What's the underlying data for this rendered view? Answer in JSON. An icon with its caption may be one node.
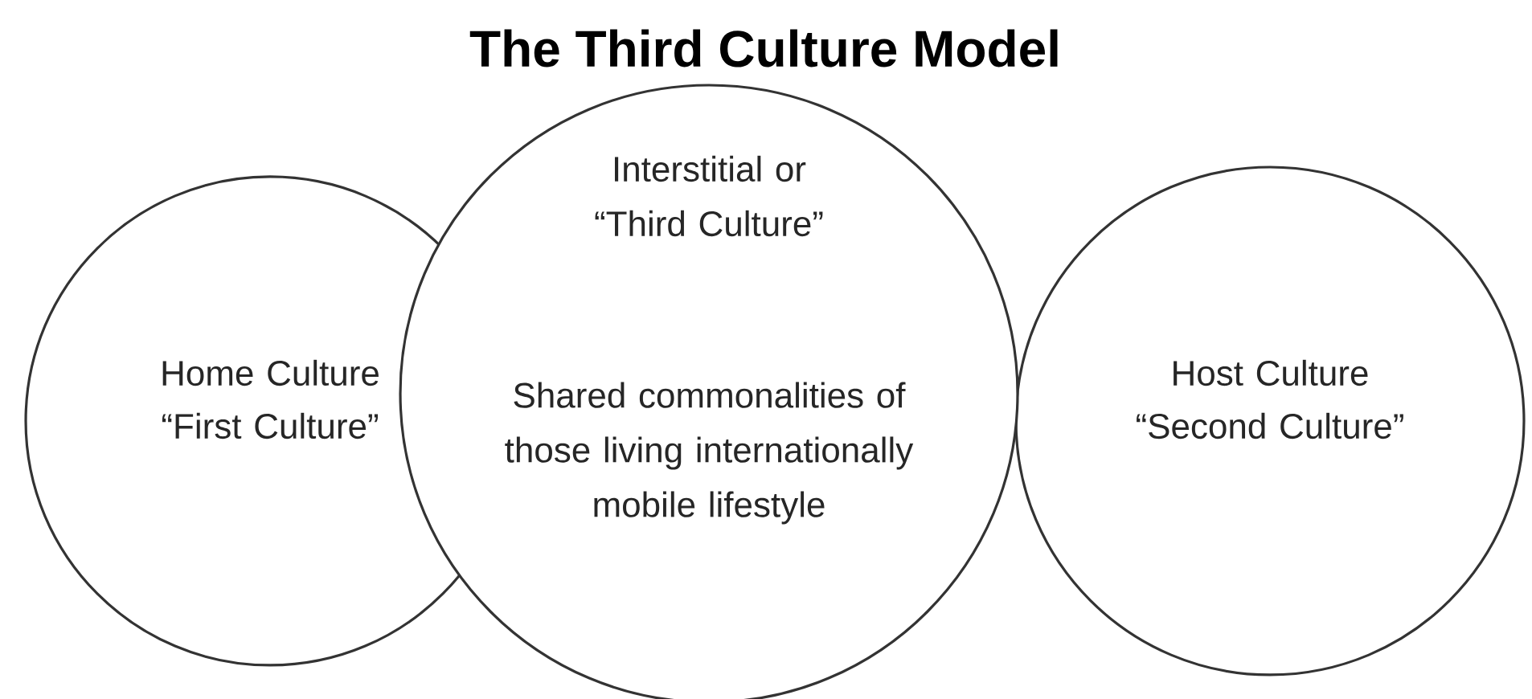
{
  "diagram": {
    "title": "The Third Culture Model",
    "nodes": [
      {
        "text": [
          "Home Culture",
          "“First Culture”"
        ]
      },
      {
        "text": [
          "Interstitial or “Third Culture”",
          "Shared commonalities of those living internationally mobile lifestyle"
        ]
      },
      {
        "text": [
          "Host Culture",
          "“Second Culture”"
        ]
      }
    ]
  }
}
